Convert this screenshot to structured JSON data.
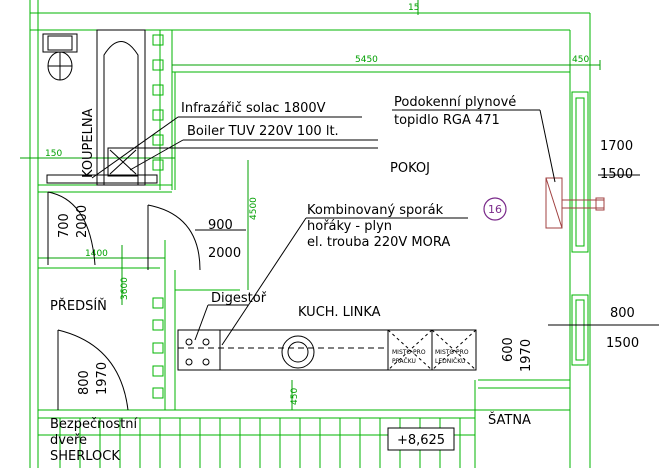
{
  "colors": {
    "wall": "#00b400",
    "dimension": "#00a000",
    "detail": "#000000",
    "text": "#000000",
    "heater": "#a04040",
    "room_number": "#7a2a8a",
    "background": "#ffffff"
  },
  "dimensions": {
    "top": "15",
    "room_width": "5450",
    "right_wall": "450",
    "left_wall": "150",
    "bathroom_height": "4500",
    "hallway_width": "1400",
    "hallway_height": "3600",
    "bottom_wall": "450"
  },
  "rooms": {
    "bathroom": "KOUPELNA",
    "living_room": "POKOJ",
    "hallway": "PŘEDSÍŇ",
    "kitchen_line": "KUCH. LINKA",
    "wardrobe": "ŠATNA",
    "room_number": "16"
  },
  "callouts": {
    "infrared_heater": "Infrazářič solac 1800V",
    "boiler": "Boiler TUV 220V 100 lt.",
    "gas_heater_line1": "Podokenní plynové",
    "gas_heater_line2": "topidlo RGA 471",
    "cooker_title": "Kombinovaný sporák",
    "cooker_line2": "hořáky - plyn",
    "cooker_line3": "el. trouba 220V MORA",
    "hood": "Digestoř",
    "door_line1": "Bezpečnostní",
    "door_line2": "dveře",
    "door_line3": "SHERLOCK"
  },
  "openings": {
    "window_right_top": "1700",
    "window_right_bottom": "1500",
    "bath_door_width": "700",
    "bath_door_height": "2000",
    "inner_door_width": "900",
    "inner_door_height": "2000",
    "entry_door_width": "800",
    "entry_door_height": "1970",
    "kitchen_window_top": "800",
    "kitchen_window_bottom": "1500",
    "wardrobe_door_width": "600",
    "wardrobe_door_height": "1970"
  },
  "appliances": {
    "cabinet_fridge_line1": "MISTO PRO",
    "cabinet_fridge_line2": "LEDNIČKU",
    "cabinet_washer_line1": "MISTO PRO",
    "cabinet_washer_line2": "PRAČKU"
  },
  "level": "+8,625"
}
